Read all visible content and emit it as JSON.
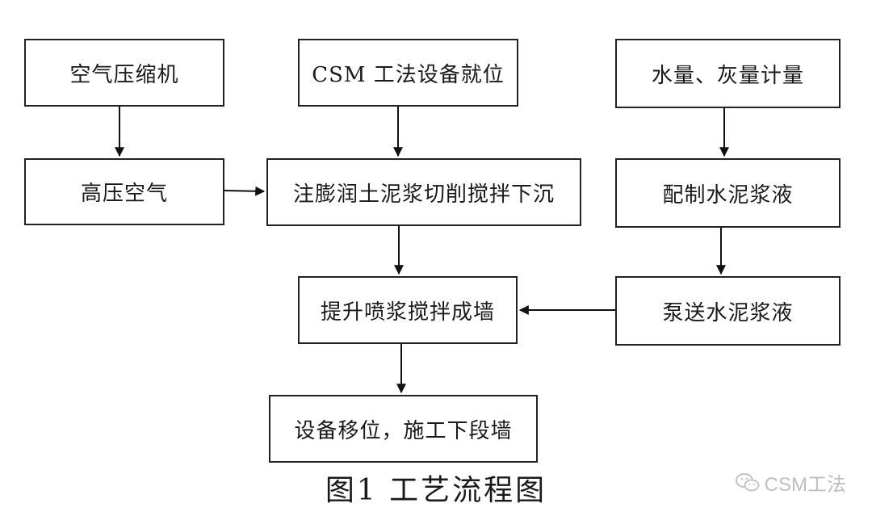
{
  "nodes": {
    "air_compressor": "空气压缩机",
    "csm_setup": "CSM 工法设备就位",
    "water_ash_metering": "水量、灰量计量",
    "high_pressure_air": "高压空气",
    "inject_cut_mix_sink": "注膨润土泥浆切削搅拌下沉",
    "prepare_slurry": "配制水泥浆液",
    "lift_spray_mix_wall": "提升喷浆搅拌成墙",
    "pump_slurry": "泵送水泥浆液",
    "move_next_wall": "设备移位，施工下段墙"
  },
  "caption": "图1  工艺流程图",
  "watermark": {
    "text": "CSM工法",
    "icon": "wechat-icon"
  }
}
